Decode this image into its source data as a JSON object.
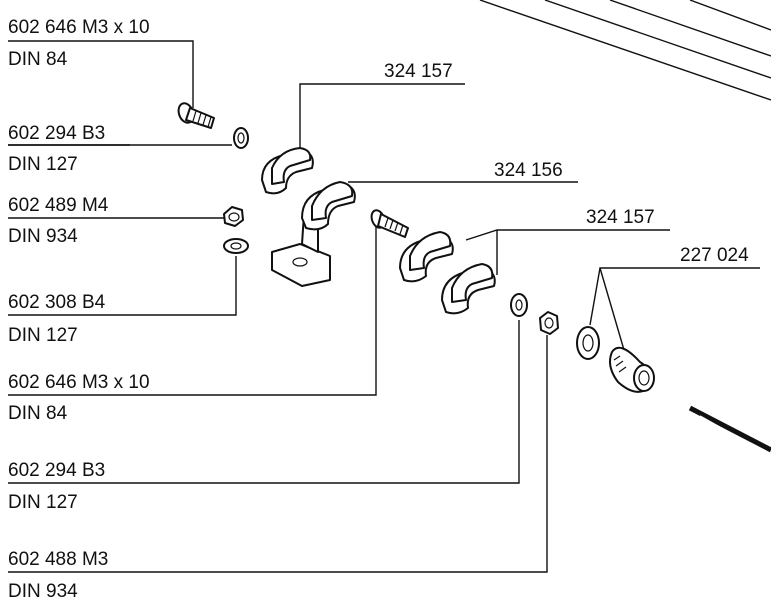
{
  "left_labels": [
    {
      "part": "602 646 M3 x 10",
      "norm": "DIN 84"
    },
    {
      "part": "602 294 B3",
      "norm": "DIN 127"
    },
    {
      "part": "602 489 M4",
      "norm": "DIN 934"
    },
    {
      "part": "602 308 B4",
      "norm": "DIN 127"
    },
    {
      "part": "602 646 M3 x 10",
      "norm": "DIN 84"
    },
    {
      "part": "602 294 B3",
      "norm": "DIN 127"
    },
    {
      "part": "602 488 M3",
      "norm": "DIN 934"
    }
  ],
  "top_labels": [
    "324 157",
    "324 156",
    "324 157",
    "227 024"
  ]
}
